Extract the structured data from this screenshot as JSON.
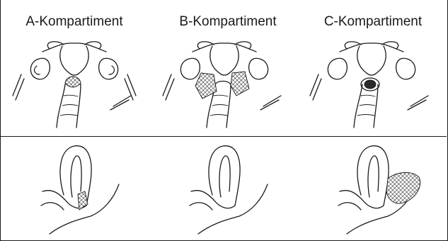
{
  "columns": [
    {
      "label": "A-Kompartiment"
    },
    {
      "label": "B-Kompartiment"
    },
    {
      "label": "C-Kompartiment"
    }
  ],
  "colors": {
    "ink": "#1a1a1a",
    "background": "#ffffff"
  }
}
